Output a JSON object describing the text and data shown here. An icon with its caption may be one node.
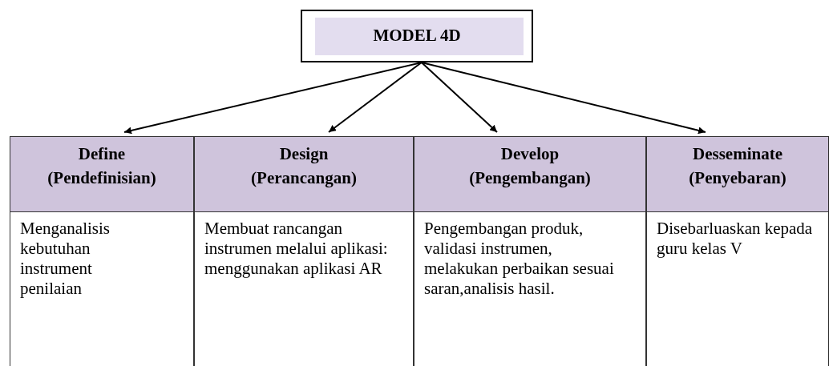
{
  "diagram": {
    "nodes": [
      {
        "text": [
          "MODEL 4D"
        ]
      },
      {
        "text": [
          "Define",
          "(Pendefinisian)"
        ]
      },
      {
        "text": [
          "Design",
          "(Perancangan)"
        ]
      },
      {
        "text": [
          "Develop",
          "(Pengembangan)"
        ]
      },
      {
        "text": [
          "Desseminate",
          "(Penyebaran)"
        ]
      },
      {
        "text": [
          "Menganalisis kebutuhan instrument penilaian"
        ]
      },
      {
        "text": [
          "Membuat rancangan instrumen melalui aplikasi: menggunakan aplikasi AR"
        ]
      },
      {
        "text": [
          "Pengembangan produk, validasi instrumen, melakukan perbaikan sesuai saran,analisis hasil."
        ]
      },
      {
        "text": [
          "Disebarluaskan kepada guru kelas V"
        ]
      }
    ],
    "edges": [
      {
        "from": 0,
        "to": 1,
        "arrow": "to"
      },
      {
        "from": 0,
        "to": 2,
        "arrow": "to"
      },
      {
        "from": 0,
        "to": 3,
        "arrow": "to"
      },
      {
        "from": 0,
        "to": 4,
        "arrow": "to"
      }
    ]
  }
}
